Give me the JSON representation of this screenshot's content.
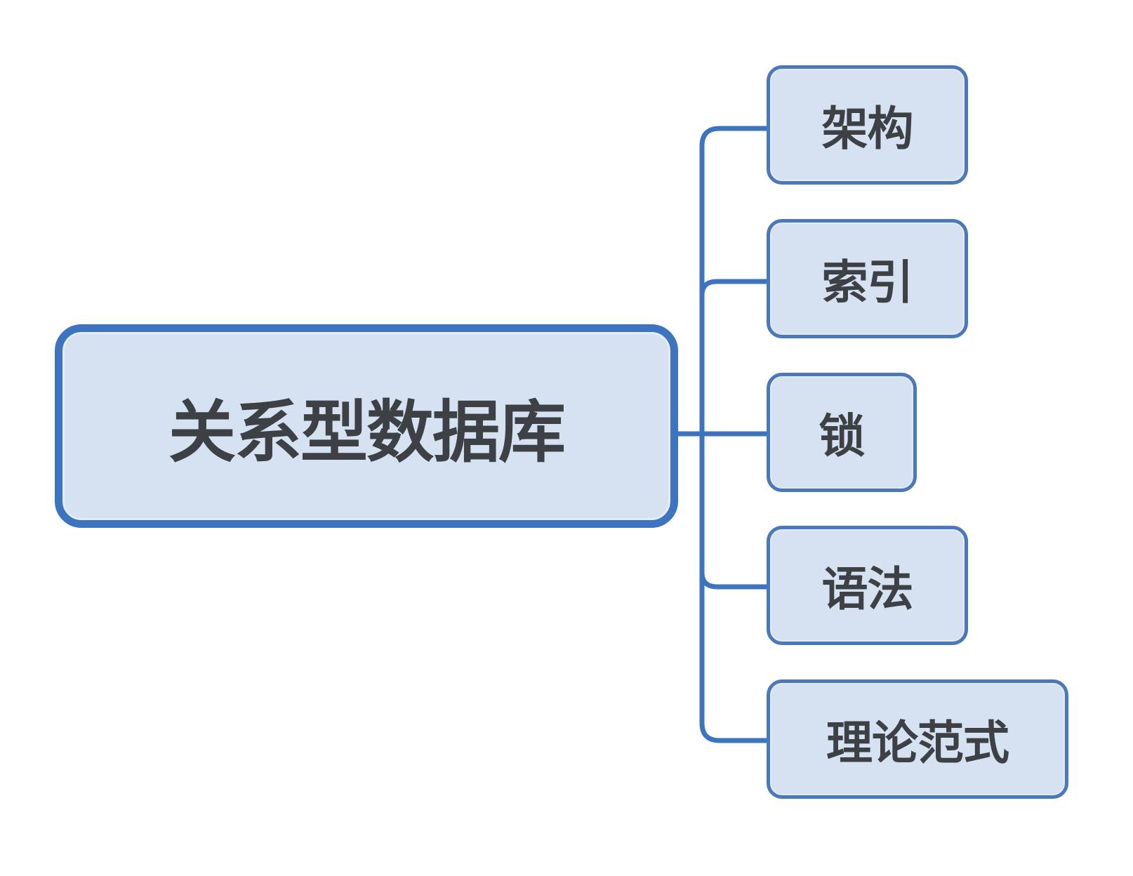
{
  "diagram": {
    "root": {
      "label": "关系型数据库"
    },
    "children": [
      {
        "label": "架构"
      },
      {
        "label": "索引"
      },
      {
        "label": "锁"
      },
      {
        "label": "语法"
      },
      {
        "label": "理论范式"
      }
    ]
  },
  "colors": {
    "node_fill": "#d6e2f2",
    "root_border": "#3d74c0",
    "child_border": "#4a78b8",
    "connector": "#3d74c0",
    "text": "#3d4044"
  }
}
